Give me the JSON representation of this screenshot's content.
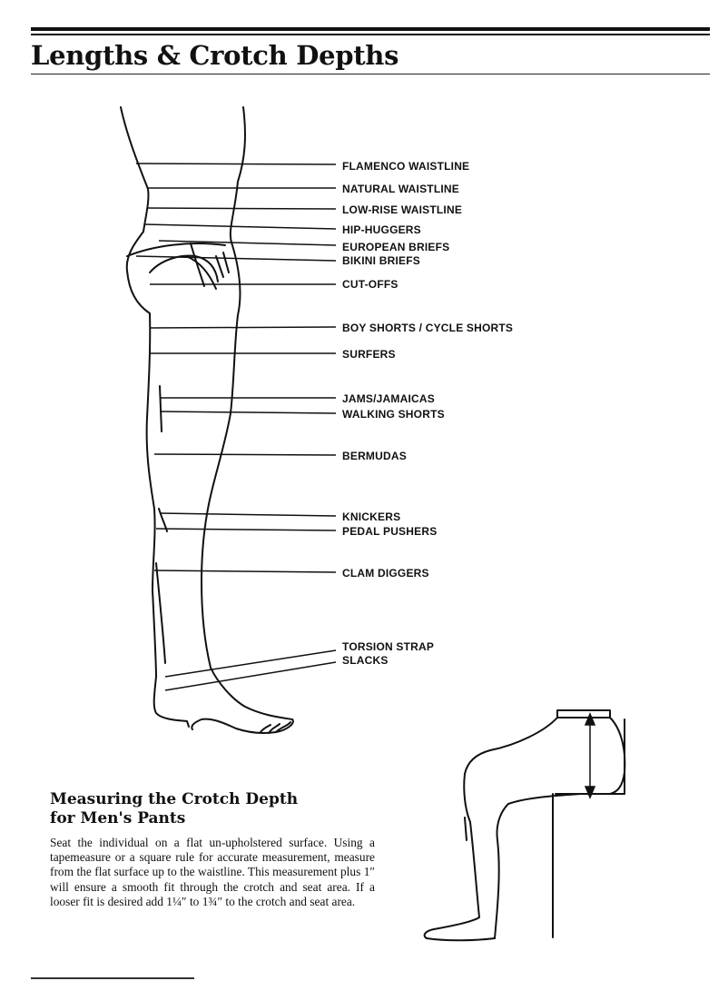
{
  "title": "Lengths & Crotch Depths",
  "labels": {
    "flamenco": "FLAMENCO WAISTLINE",
    "natural": "NATURAL WAISTLINE",
    "lowrise": "LOW-RISE WAISTLINE",
    "hiphuggers": "HIP-HUGGERS",
    "european": "EUROPEAN BRIEFS",
    "bikini": "BIKINI BRIEFS",
    "cutoffs": "CUT-OFFS",
    "boyshorts": "BOY SHORTS / CYCLE SHORTS",
    "surfers": "SURFERS",
    "jams": "JAMS/JAMAICAS",
    "walking": "WALKING SHORTS",
    "bermudas": "BERMUDAS",
    "knickers": "KNICKERS",
    "pedal": "PEDAL PUSHERS",
    "clam": "CLAM DIGGERS",
    "torsion": "TORSION STRAP",
    "slacks": "SLACKS"
  },
  "section": {
    "heading_line1": "Measuring the Crotch Depth",
    "heading_line2": "for Men's Pants",
    "body": "Seat the individual on a flat un-upholstered surface. Using a tapemeasure or a square rule for accurate measurement, measure from the flat surface up to the waistline. This measurement plus 1″ will ensure a smooth fit through the crotch and seat area. If a looser fit is desired add 1¼″ to 1¾″ to the crotch and seat area."
  }
}
